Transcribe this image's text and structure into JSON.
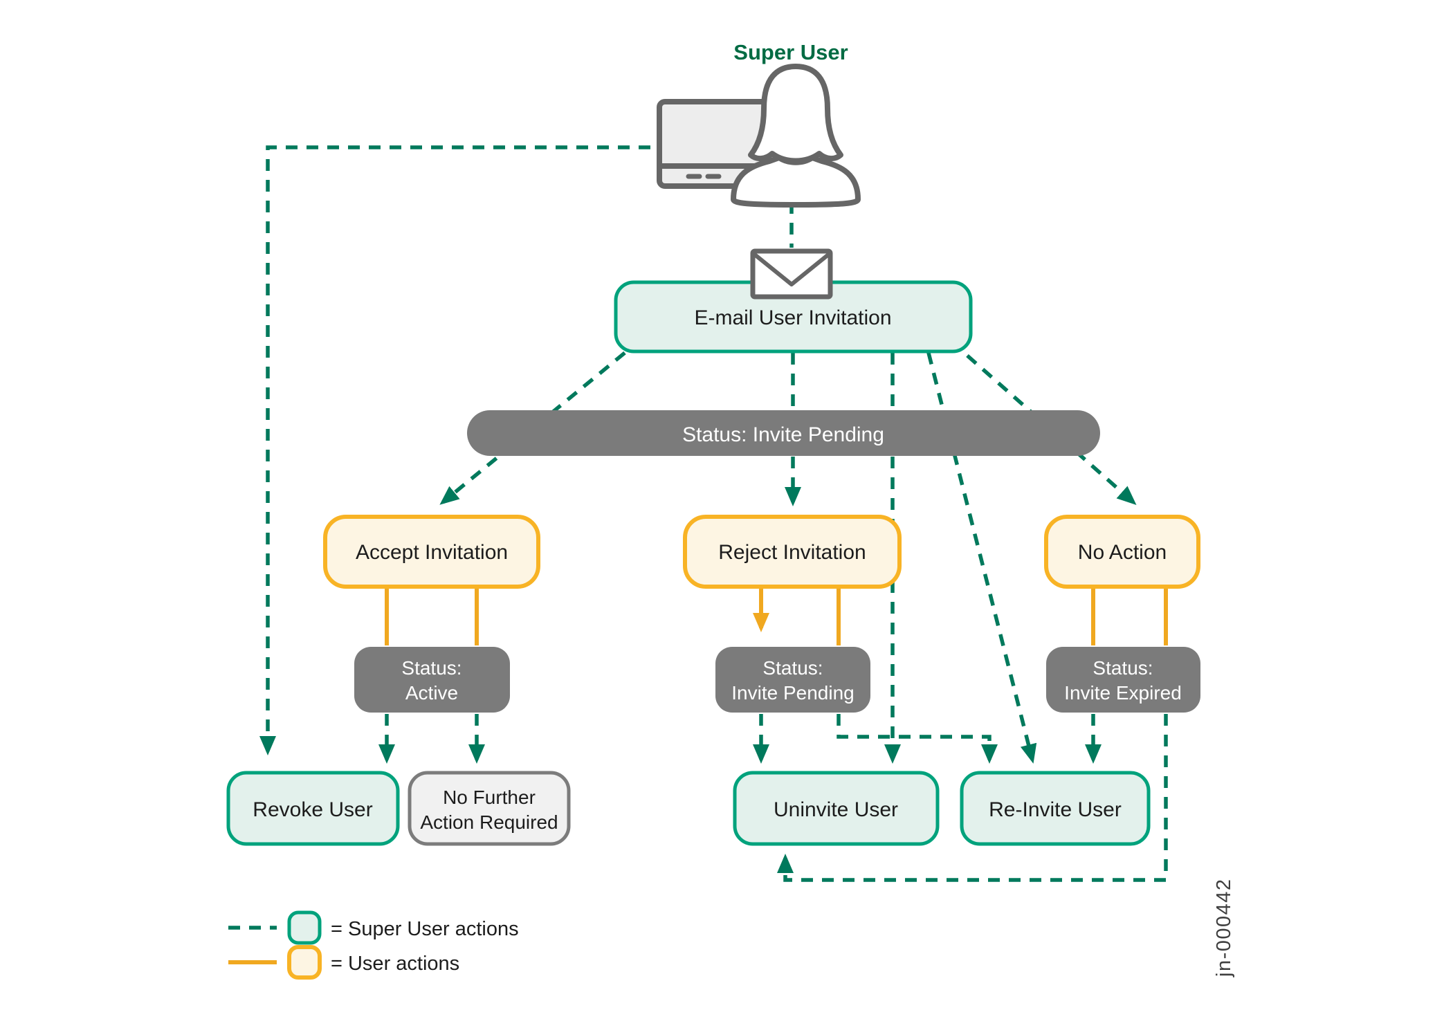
{
  "figure": {
    "title": "Super User",
    "figure_id": "jn-000442"
  },
  "nodes": {
    "email_invitation": {
      "label": "E-mail User Invitation"
    },
    "status_invite_pending_bar": {
      "label": "Status: Invite Pending"
    },
    "accept_invitation": {
      "label": "Accept Invitation"
    },
    "reject_invitation": {
      "label": "Reject Invitation"
    },
    "no_action": {
      "label": "No Action"
    },
    "status_active": {
      "line1": "Status:",
      "line2": "Active"
    },
    "status_invite_pending": {
      "line1": "Status:",
      "line2": "Invite Pending"
    },
    "status_invite_expired": {
      "line1": "Status:",
      "line2": "Invite Expired"
    },
    "revoke_user": {
      "label": "Revoke User"
    },
    "no_further_action": {
      "line1": "No Further",
      "line2": "Action Required"
    },
    "uninvite_user": {
      "label": "Uninvite User"
    },
    "reinvite_user": {
      "label": "Re-Invite User"
    }
  },
  "legend": {
    "super_user_actions": "= Super User actions",
    "user_actions": "= User actions"
  },
  "icons": {
    "super_user": "person-at-computer-icon",
    "email": "envelope-icon"
  },
  "colors": {
    "super_user_line": "#00795c",
    "super_user_box_border": "#00a27c",
    "super_user_box_fill": "#e3f1ec",
    "user_line": "#f0a820",
    "user_box_border": "#f8b325",
    "user_box_fill": "#fdf5e3",
    "status_box": "#7b7b7b",
    "neutral_box_fill": "#f1f1f1",
    "neutral_box_border": "#7c7c7c",
    "title_text": "#006b43"
  }
}
